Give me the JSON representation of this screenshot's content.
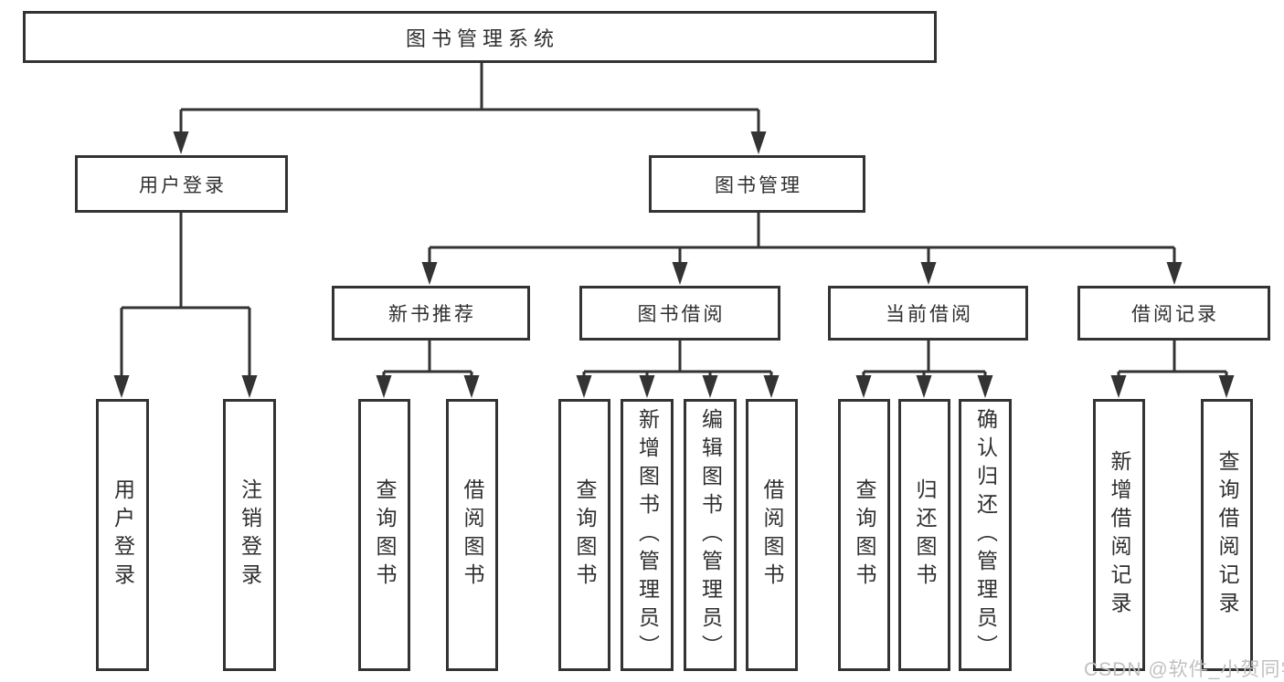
{
  "diagram": {
    "root": {
      "label": "图书管理系统",
      "children": [
        {
          "label": "用户登录",
          "children": [
            {
              "label": "用户登录"
            },
            {
              "label": "注销登录"
            }
          ]
        },
        {
          "label": "图书管理",
          "children": [
            {
              "label": "新书推荐",
              "children": [
                {
                  "label": "查询图书"
                },
                {
                  "label": "借阅图书"
                }
              ]
            },
            {
              "label": "图书借阅",
              "children": [
                {
                  "label": "查询图书"
                },
                {
                  "label": "新增图书（管理员）"
                },
                {
                  "label": "编辑图书（管理员）"
                },
                {
                  "label": "借阅图书"
                }
              ]
            },
            {
              "label": "当前借阅",
              "children": [
                {
                  "label": "查询图书"
                },
                {
                  "label": "归还图书"
                },
                {
                  "label": "确认归还（管理员）"
                }
              ]
            },
            {
              "label": "借阅记录",
              "children": [
                {
                  "label": "新增借阅记录"
                },
                {
                  "label": "查询借阅记录"
                }
              ]
            }
          ]
        }
      ]
    },
    "colors": {
      "line": "#333333",
      "text": "#2f2f2f",
      "watermark": "#c0c0c0",
      "background": "#ffffff"
    }
  },
  "watermark": {
    "text": "CSDN @软件_小贺同学"
  }
}
